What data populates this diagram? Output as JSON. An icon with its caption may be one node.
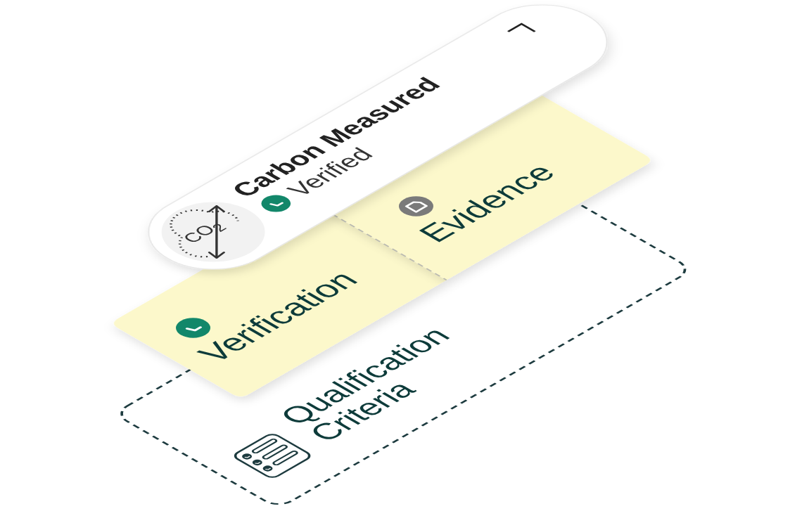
{
  "diagram": {
    "nodes": [
      {
        "text": [
          "Carbon Measured",
          "Verified"
        ]
      },
      {
        "text": [
          "Verification"
        ]
      },
      {
        "text": [
          "Evidence"
        ]
      },
      {
        "text": [
          "Qualification Criteria"
        ]
      }
    ],
    "labels": [
      "CO$_{2}$"
    ]
  }
}
